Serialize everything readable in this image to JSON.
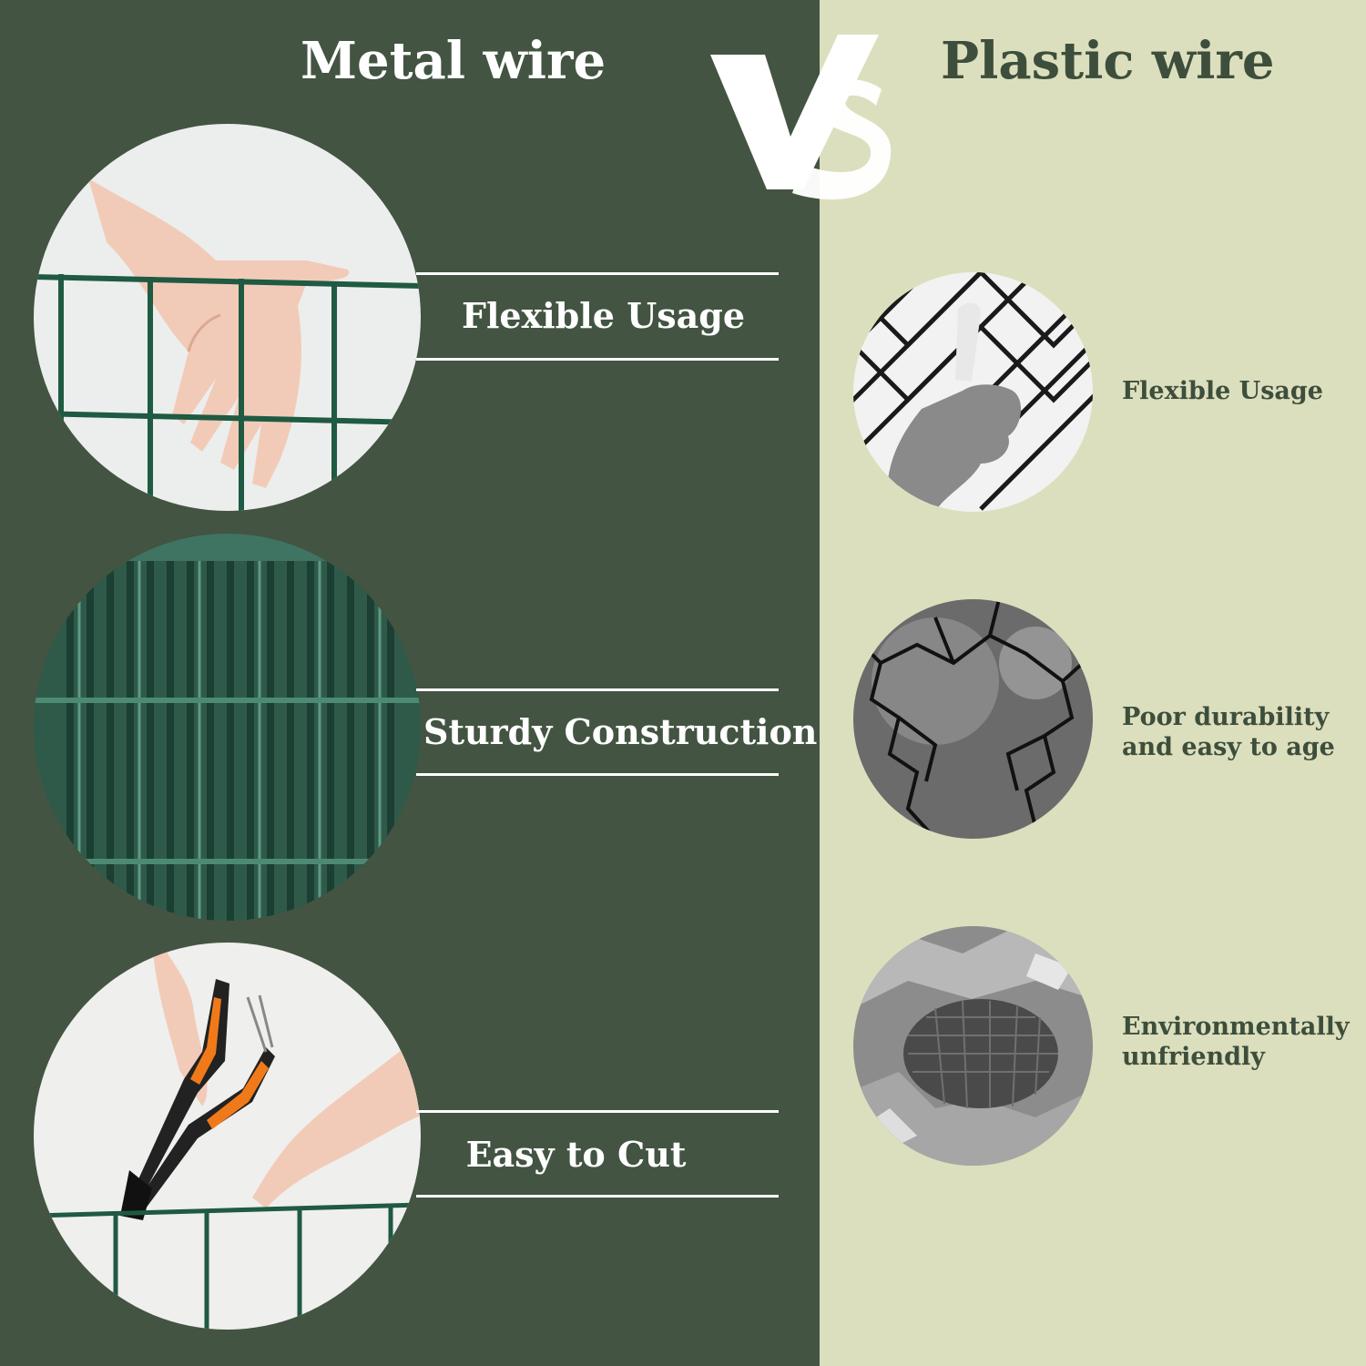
{
  "header": {
    "left_title": "Metal wire",
    "right_title": "Plastic wire",
    "vs_label": "VS"
  },
  "metal": {
    "features": [
      {
        "label": "Flexible Usage",
        "image": "hand-on-green-wire-mesh"
      },
      {
        "label": "Sturdy Construction",
        "image": "green-wire-mesh-roll"
      },
      {
        "label": "Easy to Cut",
        "image": "orange-wire-cutter-cutting-mesh"
      }
    ]
  },
  "plastic": {
    "features": [
      {
        "lines": [
          "Flexible Usage"
        ],
        "image": "finger-through-plastic-mesh"
      },
      {
        "lines": [
          "Poor durability",
          "and easy to age"
        ],
        "image": "broken-aged-plastic-netting"
      },
      {
        "lines": [
          "Environmentally",
          "unfriendly"
        ],
        "image": "plastic-net-in-waste-pile"
      }
    ]
  },
  "colors": {
    "left_panel": "#435442",
    "right_panel": "#dcdfbd",
    "right_text": "#3d4e3c",
    "wire_green": "#1f5a42",
    "cutter_orange": "#f07a1a"
  }
}
